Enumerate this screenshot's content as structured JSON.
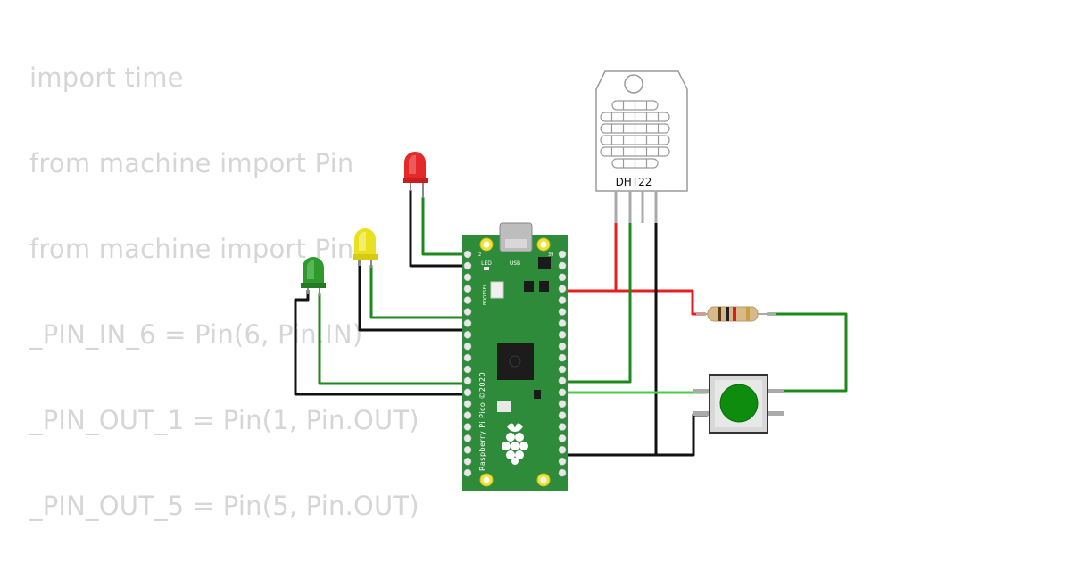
{
  "code": {
    "lines": [
      "import time",
      "from machine import Pin",
      "from machine import Pin",
      "_PIN_IN_6 = Pin(6, Pin.IN)",
      "_PIN_OUT_1 = Pin(1, Pin.OUT)",
      "_PIN_OUT_5 = Pin(5, Pin.OUT)"
    ]
  },
  "board": {
    "usb_label": "USB",
    "led_label": "LED",
    "bootsel_label": "BOOTSEL",
    "pin_label_left": "2",
    "pin_label_right": "39",
    "silkscreen": "Raspberry Pi Pico ©2020"
  },
  "sensor": {
    "label": "DHT22"
  },
  "colors": {
    "pcb": "#2e8b3a",
    "wire_red": "#e41f1f",
    "wire_green": "#1e8a1e",
    "wire_lightgreen": "#50c850",
    "wire_black": "#111111",
    "led_red": "#e52828",
    "led_yellow": "#e8e020",
    "led_green": "#2e9a2e",
    "button": "#0d8c0d"
  }
}
